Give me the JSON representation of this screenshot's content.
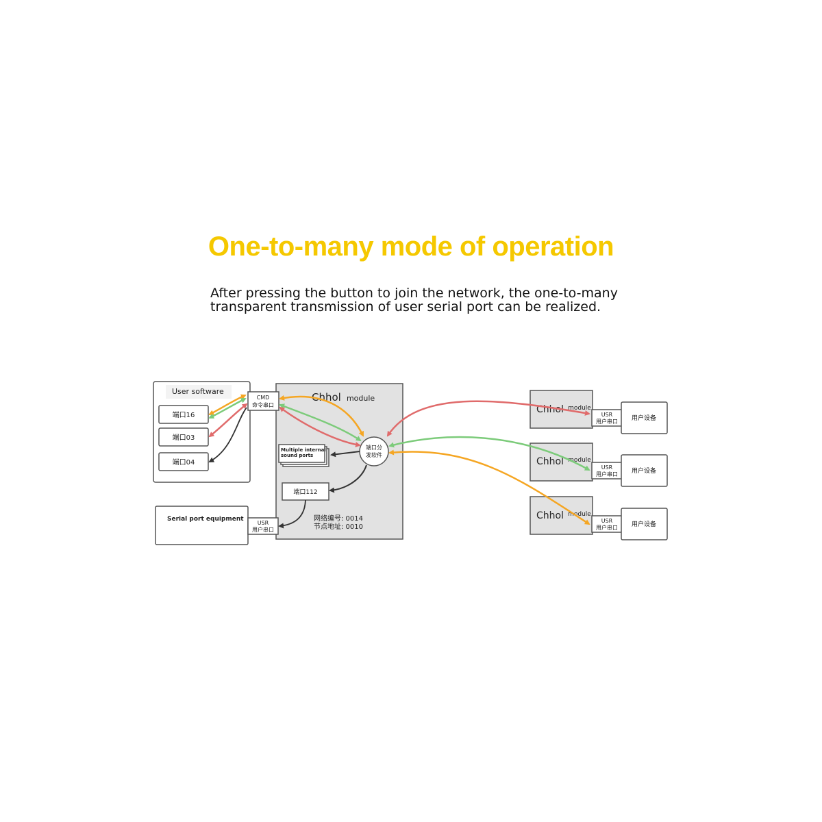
{
  "heading": {
    "title": "One-to-many mode of operation",
    "subtitle_line1": "After pressing the button to join the network, the one-to-many",
    "subtitle_line2": "transparent transmission of user serial port can be realized."
  },
  "diagram": {
    "user_software": {
      "label": "User software",
      "ports": [
        "端口16",
        "端口03",
        "端口04"
      ]
    },
    "cmd_port": {
      "line1": "CMD",
      "line2": "命令串口"
    },
    "serial_equipment": {
      "label": "Serial port equipment"
    },
    "usr_port": {
      "line1": "USR",
      "line2": "用户串口"
    },
    "main_module": {
      "brand": "Chhol",
      "word": "module",
      "dispatcher_line1": "端口分",
      "dispatcher_line2": "发软件",
      "internal_ports_line1": "Multiple internal",
      "internal_ports_line2": "sound ports",
      "port112": "端口112",
      "network_id": "网络编号: 0014",
      "node_addr": "节点地址: 0010"
    },
    "remote_modules": [
      {
        "brand": "Chhol",
        "word": "module",
        "usr1": "USR",
        "usr2": "用户串口",
        "device": "用户设备",
        "link_color": "#e06b6b"
      },
      {
        "brand": "Chhol",
        "word": "module",
        "usr1": "USR",
        "usr2": "用户串口",
        "device": "用户设备",
        "link_color": "#7ccb7a"
      },
      {
        "brand": "Chhol",
        "word": "module",
        "usr1": "USR",
        "usr2": "用户串口",
        "device": "用户设备",
        "link_color": "#f5a623"
      }
    ],
    "colors": {
      "red": "#e06b6b",
      "green": "#7ccb7a",
      "orange": "#f5a623",
      "black": "#333333"
    }
  }
}
